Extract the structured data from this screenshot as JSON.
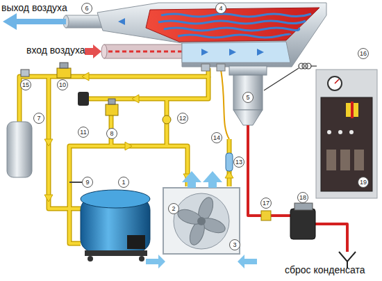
{
  "diagram": {
    "labels": [
      "выход воздуха",
      "6",
      "4",
      "вход воздуха",
      "15",
      "10",
      "16",
      "5",
      "7",
      "11",
      "8",
      "12",
      "14",
      "13",
      "9",
      "1",
      "2",
      "3",
      "19",
      "17",
      "18",
      "сброс конденсата"
    ]
  }
}
